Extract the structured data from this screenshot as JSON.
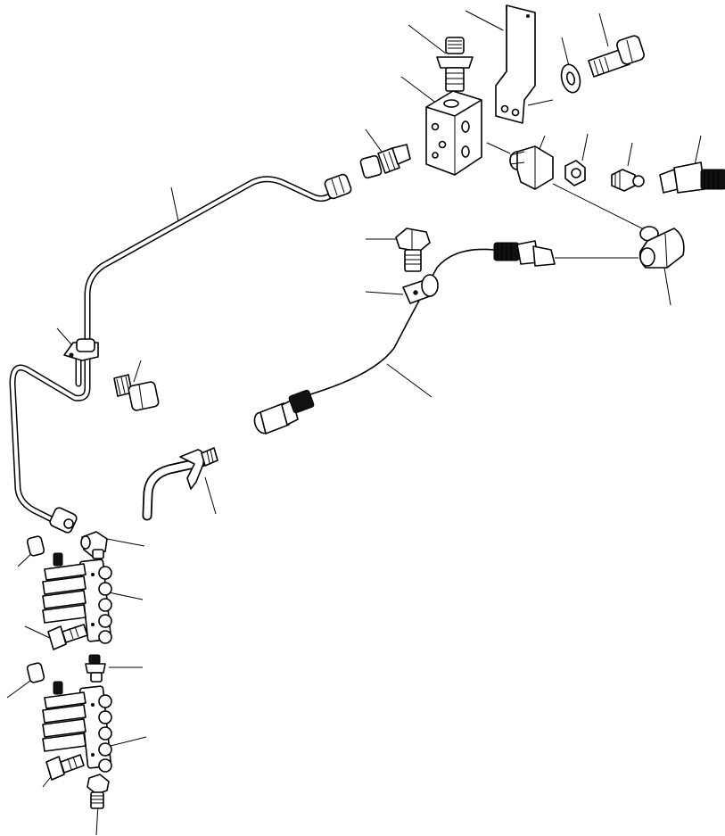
{
  "figure": {
    "type": "exploded parts diagram",
    "line_color": "#000000",
    "background_color": "#ffffff",
    "printed_text": []
  },
  "components": [
    "upper-left-pipe",
    "left-lower-pipe",
    "pipe-clamp",
    "clamp-bolt",
    "lower-hose-with-clip",
    "valve-block",
    "mounting-bracket",
    "bracket-bolt",
    "washer",
    "top-nipple",
    "side-adapter",
    "elbow-adapter",
    "nut-1",
    "nut-2",
    "hose-fitting-right",
    "large-elbow",
    "connector-fitting",
    "flexible-hose",
    "hose-end-fitting",
    "hose-bolt",
    "hose-clamp",
    "distributor-1",
    "distributor-2",
    "cap-1",
    "cap-2",
    "elbow-small",
    "nipple-small",
    "distributor-bolt-1",
    "distributor-bolt-2",
    "bottom-bolt"
  ]
}
